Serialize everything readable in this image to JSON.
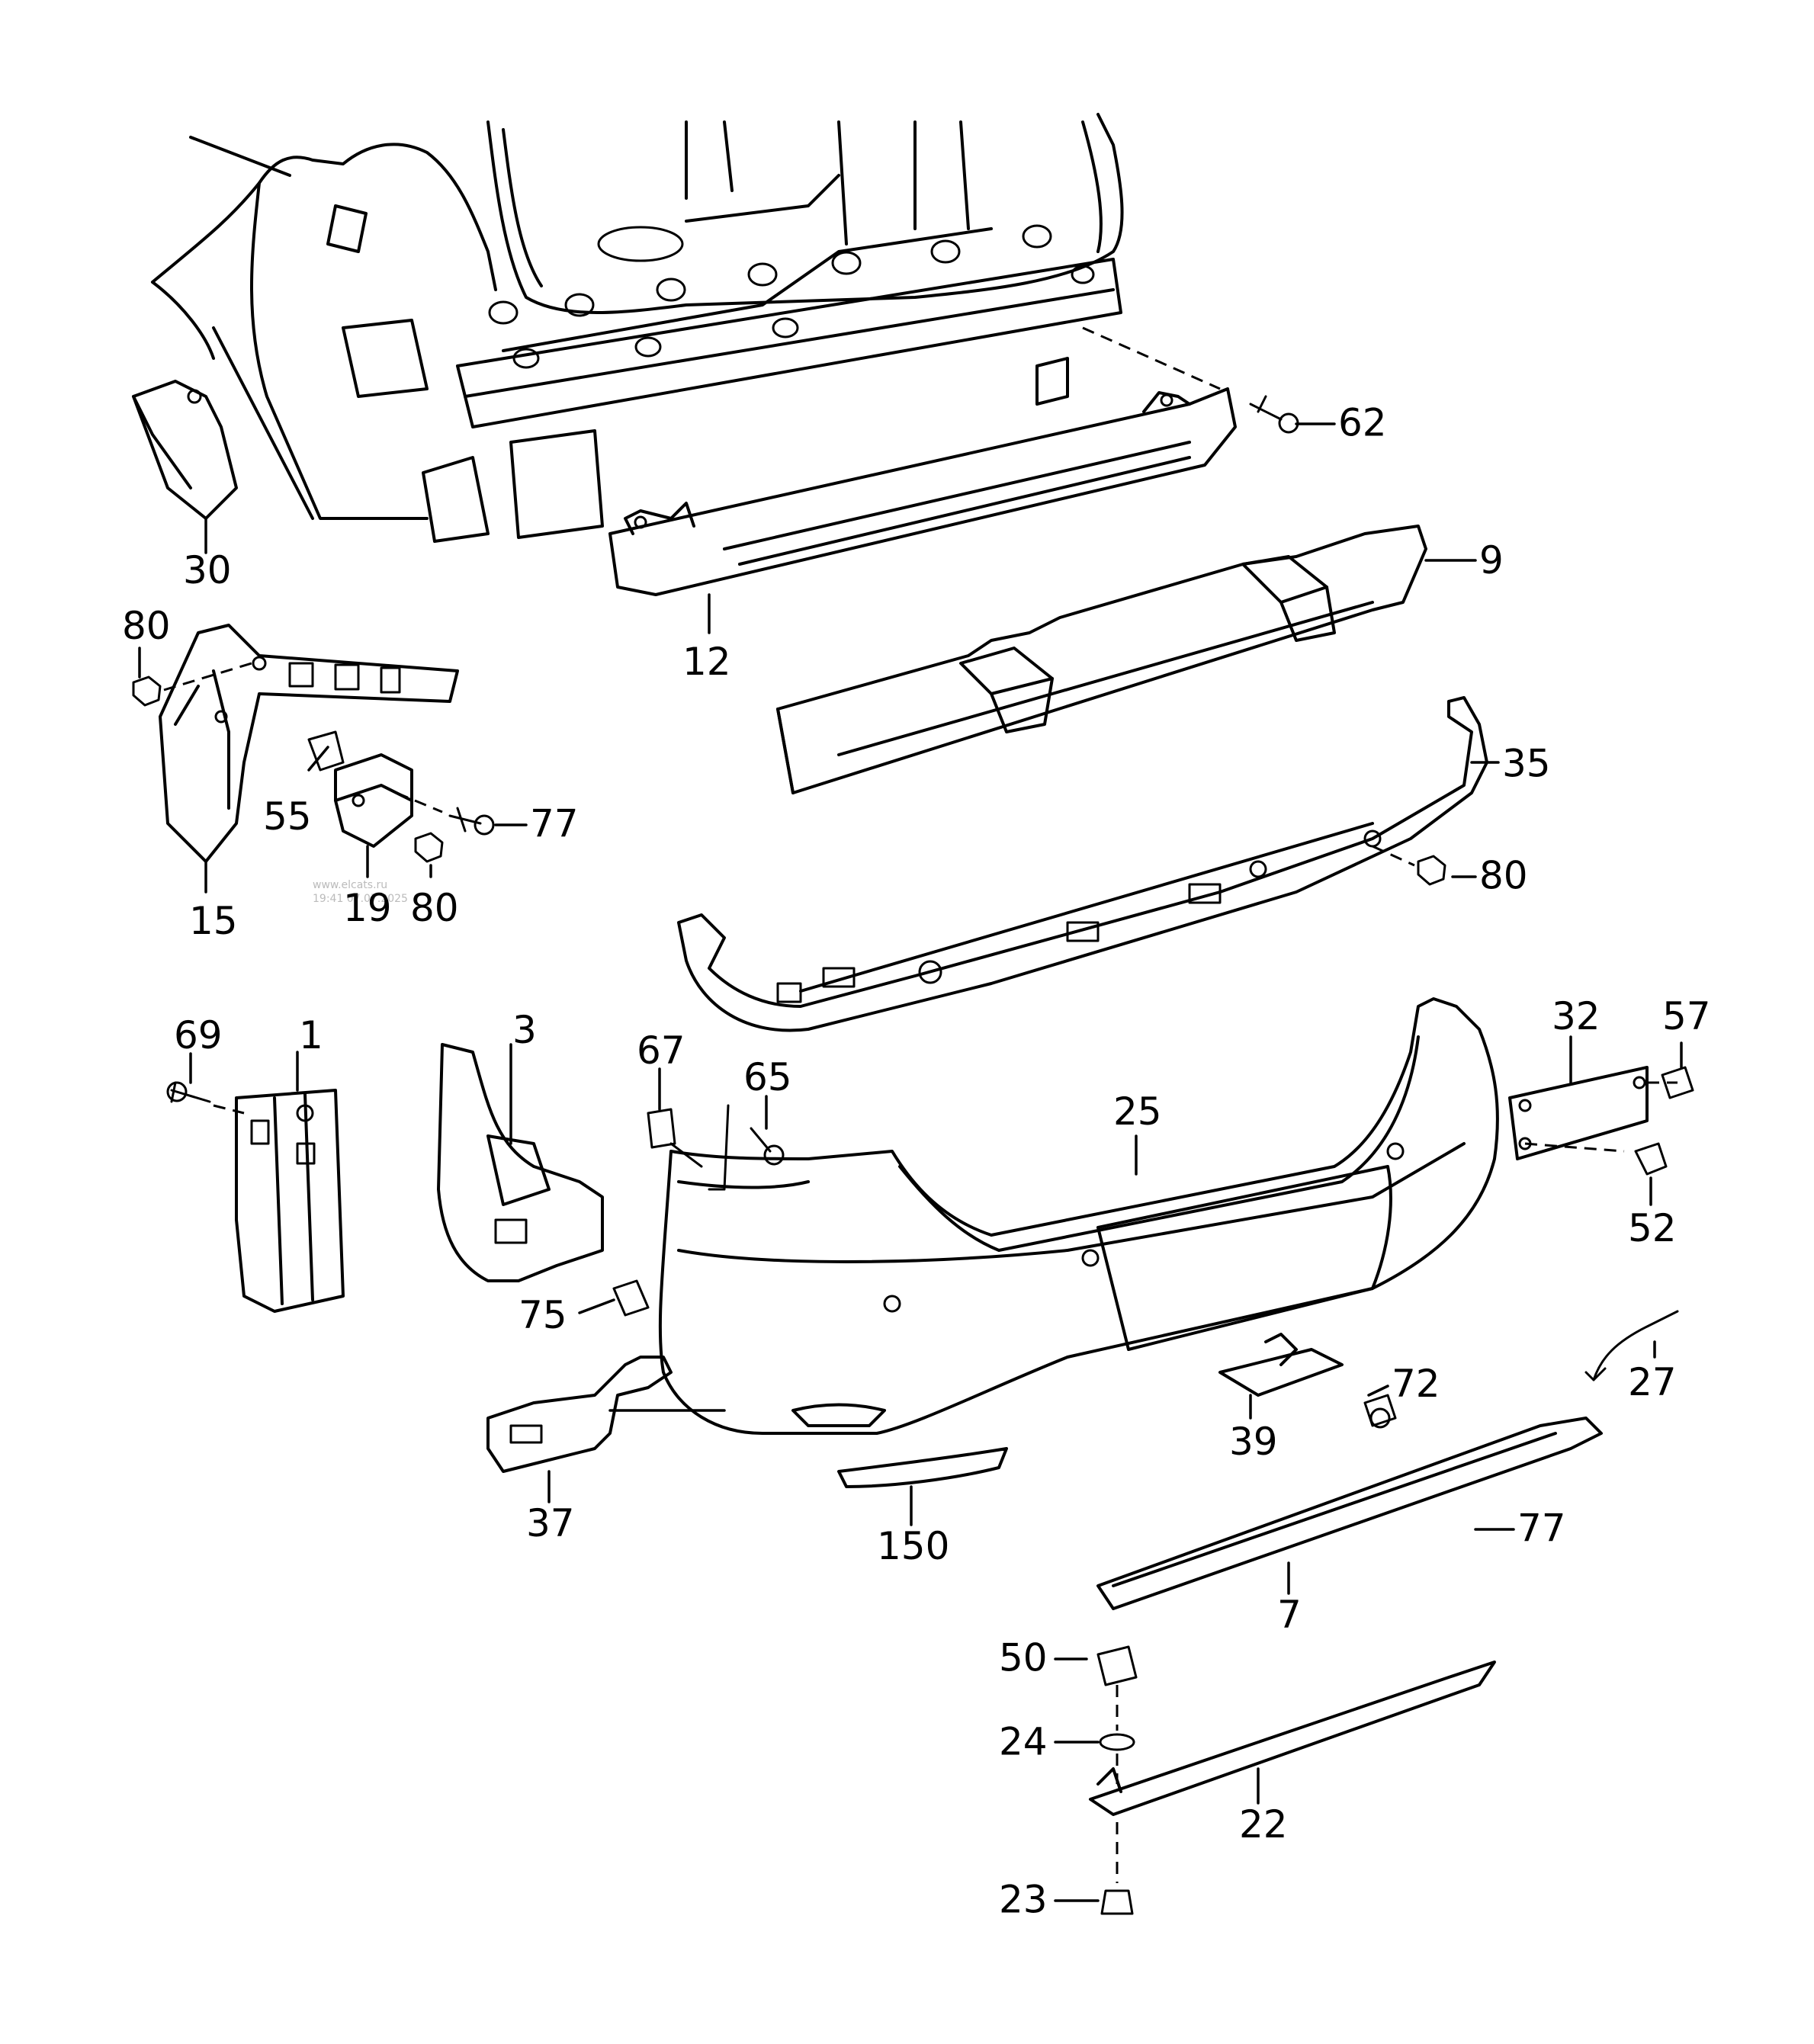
{
  "diagram": {
    "callouts": [
      {
        "id": "c62",
        "text": "62"
      },
      {
        "id": "c30",
        "text": "30"
      },
      {
        "id": "c9",
        "text": "9"
      },
      {
        "id": "c12",
        "text": "12"
      },
      {
        "id": "c80a",
        "text": "80"
      },
      {
        "id": "c35",
        "text": "35"
      },
      {
        "id": "c55",
        "text": "55"
      },
      {
        "id": "c77a",
        "text": "77"
      },
      {
        "id": "c80b",
        "text": "80"
      },
      {
        "id": "c15",
        "text": "15"
      },
      {
        "id": "c19",
        "text": "19"
      },
      {
        "id": "c80c",
        "text": "80"
      },
      {
        "id": "c69",
        "text": "69"
      },
      {
        "id": "c1",
        "text": "1"
      },
      {
        "id": "c3",
        "text": "3"
      },
      {
        "id": "c67",
        "text": "67"
      },
      {
        "id": "c65",
        "text": "65"
      },
      {
        "id": "c25",
        "text": "25"
      },
      {
        "id": "c32",
        "text": "32"
      },
      {
        "id": "c57",
        "text": "57"
      },
      {
        "id": "c52",
        "text": "52"
      },
      {
        "id": "c75",
        "text": "75"
      },
      {
        "id": "c27",
        "text": "27"
      },
      {
        "id": "c72",
        "text": "72"
      },
      {
        "id": "c39",
        "text": "39"
      },
      {
        "id": "c37",
        "text": "37"
      },
      {
        "id": "c150",
        "text": "150"
      },
      {
        "id": "c77b",
        "text": "77"
      },
      {
        "id": "c7",
        "text": "7"
      },
      {
        "id": "c50",
        "text": "50"
      },
      {
        "id": "c24",
        "text": "24"
      },
      {
        "id": "c22",
        "text": "22"
      },
      {
        "id": "c23",
        "text": "23"
      }
    ]
  }
}
